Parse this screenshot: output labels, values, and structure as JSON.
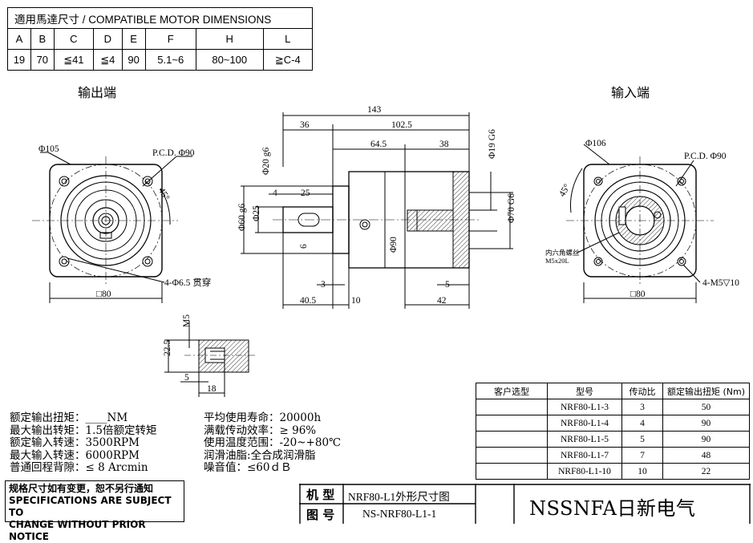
{
  "motor_table": {
    "title": "適用馬達尺寸 / COMPATIBLE MOTOR DIMENSIONS",
    "headers": [
      "A",
      "B",
      "C",
      "D",
      "E",
      "F",
      "H",
      "L"
    ],
    "values": [
      "19",
      "70",
      "≦41",
      "≦4",
      "90",
      "5.1~6",
      "80~100",
      "≧C-4"
    ]
  },
  "views": {
    "output_title": "输出端",
    "input_title": "输入端"
  },
  "output_view": {
    "dia_outer": "Φ105",
    "pcd": "P.C.D. Φ90",
    "angle": "45°",
    "holes": "4-Φ6.5 贯穿",
    "square": "□80"
  },
  "side_view": {
    "overall": "143",
    "d36": "36",
    "d102_5": "102.5",
    "d64_5": "64.5",
    "d38": "38",
    "d4": "4",
    "d25": "25",
    "shaft_dia": "Φ20 g6",
    "flange_dia": "Φ60 g6",
    "key_dia": "Φ25",
    "body_dia": "Φ90",
    "input_dia": "Φ19 G6",
    "pilot_dia": "Φ70 G6",
    "d6": "6",
    "d3": "3",
    "d5": "5",
    "d40_5": "40.5",
    "d10": "10",
    "d42": "42"
  },
  "input_view": {
    "dia_outer": "Φ106",
    "pcd": "P.C.D. Φ90",
    "angle": "45°",
    "screw_note_1": "内六角螺丝",
    "screw_note_2": "M5x20L",
    "holes": "4-M5▽10",
    "square": "□80"
  },
  "detail_view": {
    "m5": "M5",
    "d22_5": "22.5",
    "d5": "5",
    "d18": "18"
  },
  "model_table": {
    "headers": [
      "客户选型",
      "型号",
      "传动比",
      "额定输出扭矩 (Nm)"
    ],
    "rows": [
      {
        "customer": "",
        "model": "NRF80-L1-3",
        "ratio": "3",
        "torque": "50"
      },
      {
        "customer": "",
        "model": "NRF80-L1-4",
        "ratio": "4",
        "torque": "90"
      },
      {
        "customer": "",
        "model": "NRF80-L1-5",
        "ratio": "5",
        "torque": "90"
      },
      {
        "customer": "",
        "model": "NRF80-L1-7",
        "ratio": "7",
        "torque": "48"
      },
      {
        "customer": "",
        "model": "NRF80-L1-10",
        "ratio": "10",
        "torque": "22"
      }
    ]
  },
  "specs_left": [
    {
      "label": "额定输出扭矩：",
      "value": "____NM"
    },
    {
      "label": "最大输出转矩：",
      "value": "1.5倍额定转矩"
    },
    {
      "label": "额定输入转速：",
      "value": "3500RPM"
    },
    {
      "label": "最大输入转速：",
      "value": "6000RPM"
    },
    {
      "label": "普通回程背隙：",
      "value": "≤ 8 Arcmin"
    }
  ],
  "specs_right": [
    {
      "label": "平均使用寿命：",
      "value": "20000h"
    },
    {
      "label": "满载传动效率：",
      "value": "≥  96%"
    },
    {
      "label": "使用温度范围：",
      "value": "-20~+80℃"
    },
    {
      "label": "润滑油脂:",
      "value": "全合成润滑脂"
    },
    {
      "label": "噪音值",
      "value": "：≤60ｄＢ"
    }
  ],
  "notice": {
    "cn": "规格尺寸如有变更，恕不另行通知",
    "en1": "SPECIFICATIONS ARE SUBJECT TO",
    "en2": "CHANGE WITHOUT PRIOR NOTICE"
  },
  "title_block": {
    "model_label": "机 型",
    "model_value": "NRF80-L1外形尺寸图",
    "drawing_label": "图 号",
    "drawing_value": "NS-NRF80-L1-1",
    "brand": "NSSNFA日新电气"
  }
}
